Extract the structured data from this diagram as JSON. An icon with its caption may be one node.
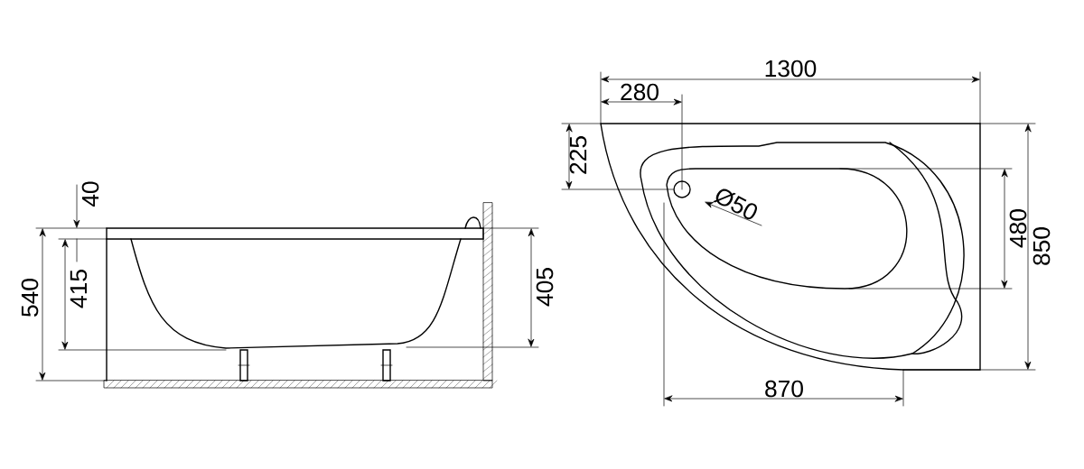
{
  "diagram": {
    "labels": [
      "40",
      "540",
      "415",
      "405",
      "1300",
      "280",
      "225",
      "Ø50",
      "480",
      "850",
      "870"
    ]
  }
}
